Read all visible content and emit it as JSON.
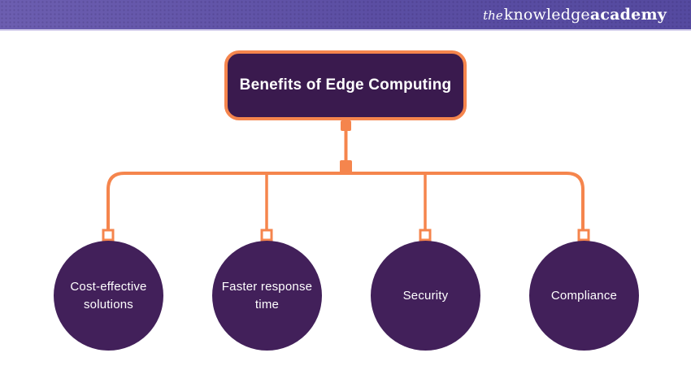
{
  "header": {
    "logo": {
      "the": "the",
      "knowledge": "knowledge",
      "academy": "academy"
    }
  },
  "diagram": {
    "title": "Benefits of Edge Computing",
    "nodes": [
      {
        "label": "Cost-effective solutions"
      },
      {
        "label": "Faster response time"
      },
      {
        "label": "Security"
      },
      {
        "label": "Compliance"
      }
    ]
  },
  "colors": {
    "accent_orange": "#F5854D",
    "node_purple": "#42205A",
    "title_box_purple": "#3A1A4E",
    "header_purple": "#5B4EA3"
  }
}
